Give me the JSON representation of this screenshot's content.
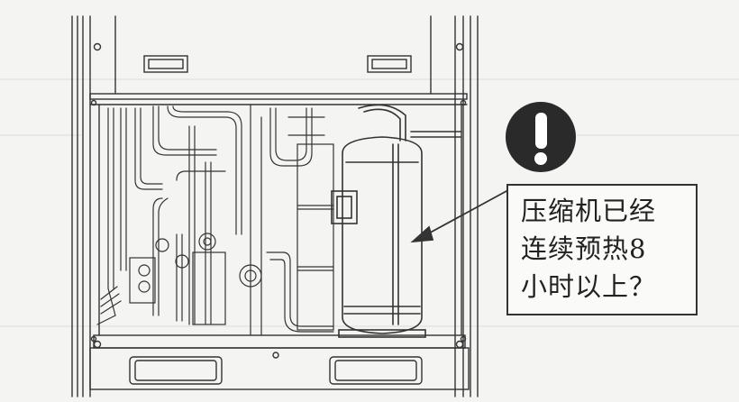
{
  "callout": {
    "lines": [
      "压缩机已经",
      "连续预热8",
      "小时以上？"
    ]
  },
  "icons": {
    "warning": "exclamation-warning-icon"
  },
  "colors": {
    "line": "#333333",
    "warning_fill": "#2a2a2a",
    "background": "#f4f4f2"
  }
}
